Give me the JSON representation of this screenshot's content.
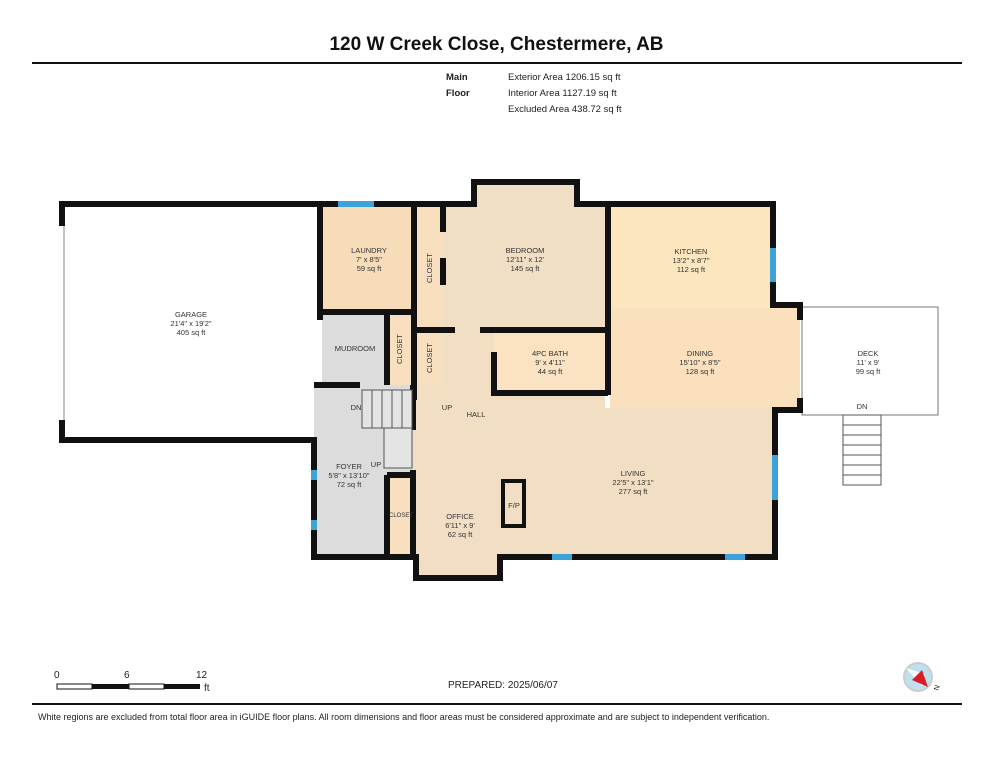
{
  "title": "120 W Creek Close, Chestermere, AB",
  "floor": {
    "label": "Main Floor",
    "exterior_area": "Exterior Area 1206.15 sq ft",
    "interior_area": "Interior Area 1127.19 sq ft",
    "excluded_area": "Excluded Area 438.72 sq ft"
  },
  "rooms": {
    "garage": {
      "name": "GARAGE",
      "dims": "21'4\" x 19'2\"",
      "area": "405 sq ft"
    },
    "laundry": {
      "name": "LAUNDRY",
      "dims": "7' x 8'5\"",
      "area": "59 sq ft"
    },
    "bedroom": {
      "name": "BEDROOM",
      "dims": "12'11\" x 12'",
      "area": "145 sq ft"
    },
    "kitchen": {
      "name": "KITCHEN",
      "dims": "13'2\" x 8'7\"",
      "area": "112 sq ft"
    },
    "dining": {
      "name": "DINING",
      "dims": "15'10\" x 8'5\"",
      "area": "128 sq ft"
    },
    "deck": {
      "name": "DECK",
      "dims": "11' x 9'",
      "area": "99 sq ft"
    },
    "bath": {
      "name": "4PC BATH",
      "dims": "9' x 4'11\"",
      "area": "44 sq ft"
    },
    "foyer": {
      "name": "FOYER",
      "dims": "5'8\" x 13'10\"",
      "area": "72 sq ft"
    },
    "office": {
      "name": "OFFICE",
      "dims": "6'11\" x 9'",
      "area": "62 sq ft"
    },
    "living": {
      "name": "LIVING",
      "dims": "22'5\" x 13'1\"",
      "area": "277 sq ft"
    }
  },
  "labels": {
    "mudroom": "MUDROOM",
    "closet": "CLOSET",
    "hall": "HALL",
    "fireplace": "F/P",
    "dn": "DN",
    "up": "UP"
  },
  "scale": {
    "ticks": [
      "0",
      "6",
      "12"
    ],
    "unit": "ft"
  },
  "prepared": "PREPARED: 2025/06/07",
  "footnote": "White regions are excluded from total floor area in iGUIDE floor plans. All room dimensions and floor areas must be considered approximate and are subject to independent verification.",
  "colors": {
    "wall": "#111111",
    "window": "#3ba3d8",
    "warm_room": "#f6dcb8",
    "grey_room": "#dcdcdc",
    "compass_red": "#d81f26"
  }
}
